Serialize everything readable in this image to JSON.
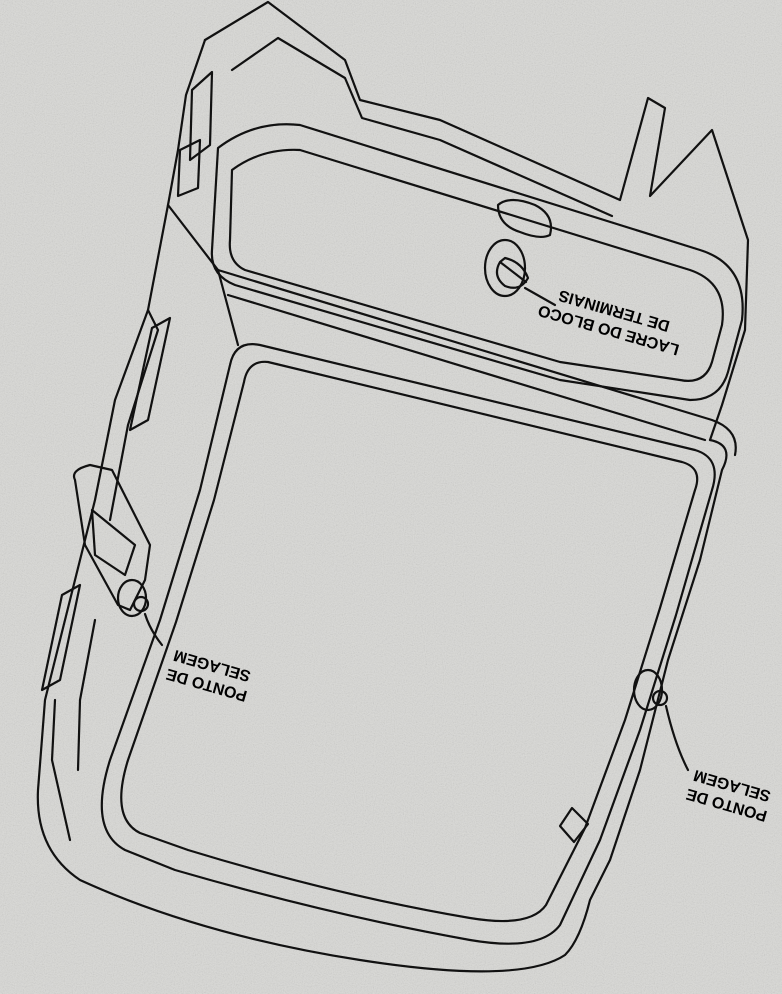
{
  "labels": {
    "lacre_line1": "LACRE DO BLOCO",
    "lacre_line2": "DE TERMINAIS",
    "seal_left_line1": "PONTO DE",
    "seal_left_line2": "SELAGEM",
    "seal_right_line1": "PONTO DE",
    "seal_right_line2": "SELAGEM"
  },
  "colors": {
    "paper": "#d9d9d6",
    "ink": "#111111"
  }
}
